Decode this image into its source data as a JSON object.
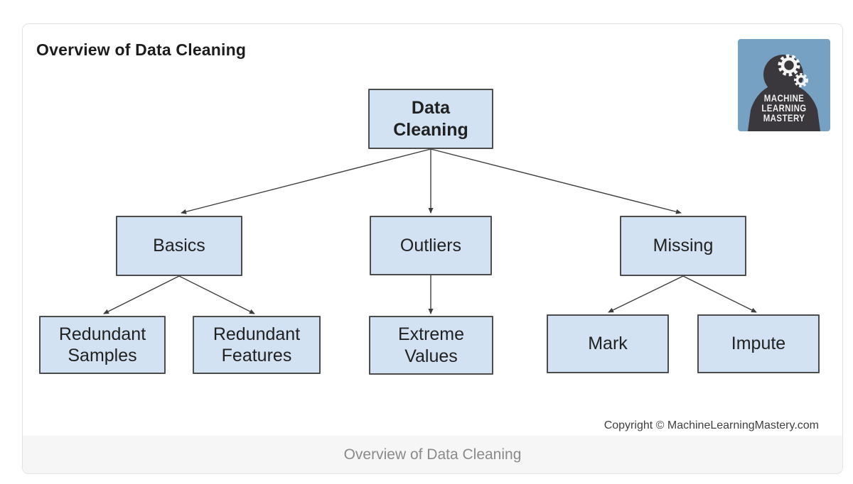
{
  "header": {
    "title": "Overview of Data Cleaning"
  },
  "logo": {
    "name": "machine-learning-mastery-logo",
    "lines": [
      "MACHINE",
      "LEARNING",
      "MASTERY"
    ],
    "bg_color": "#76a1c3",
    "silhouette_color": "#3a383c",
    "text_color": "#f2f2f2"
  },
  "diagram": {
    "type": "tree",
    "box_fill": "#d2e2f2",
    "box_border": "#4c4c4c",
    "nodes": {
      "root": {
        "label": "Data\nCleaning"
      },
      "basics": {
        "label": "Basics"
      },
      "outliers": {
        "label": "Outliers"
      },
      "missing": {
        "label": "Missing"
      },
      "redundant_samples": {
        "label": "Redundant\nSamples"
      },
      "redundant_features": {
        "label": "Redundant\nFeatures"
      },
      "extreme_values": {
        "label": "Extreme\nValues"
      },
      "mark": {
        "label": "Mark"
      },
      "impute": {
        "label": "Impute"
      }
    },
    "edges": [
      [
        "root",
        "basics"
      ],
      [
        "root",
        "outliers"
      ],
      [
        "root",
        "missing"
      ],
      [
        "basics",
        "redundant_samples"
      ],
      [
        "basics",
        "redundant_features"
      ],
      [
        "outliers",
        "extreme_values"
      ],
      [
        "missing",
        "mark"
      ],
      [
        "missing",
        "impute"
      ]
    ]
  },
  "footer": {
    "copyright": "Copyright © MachineLearningMastery.com",
    "caption": "Overview of Data Cleaning"
  }
}
